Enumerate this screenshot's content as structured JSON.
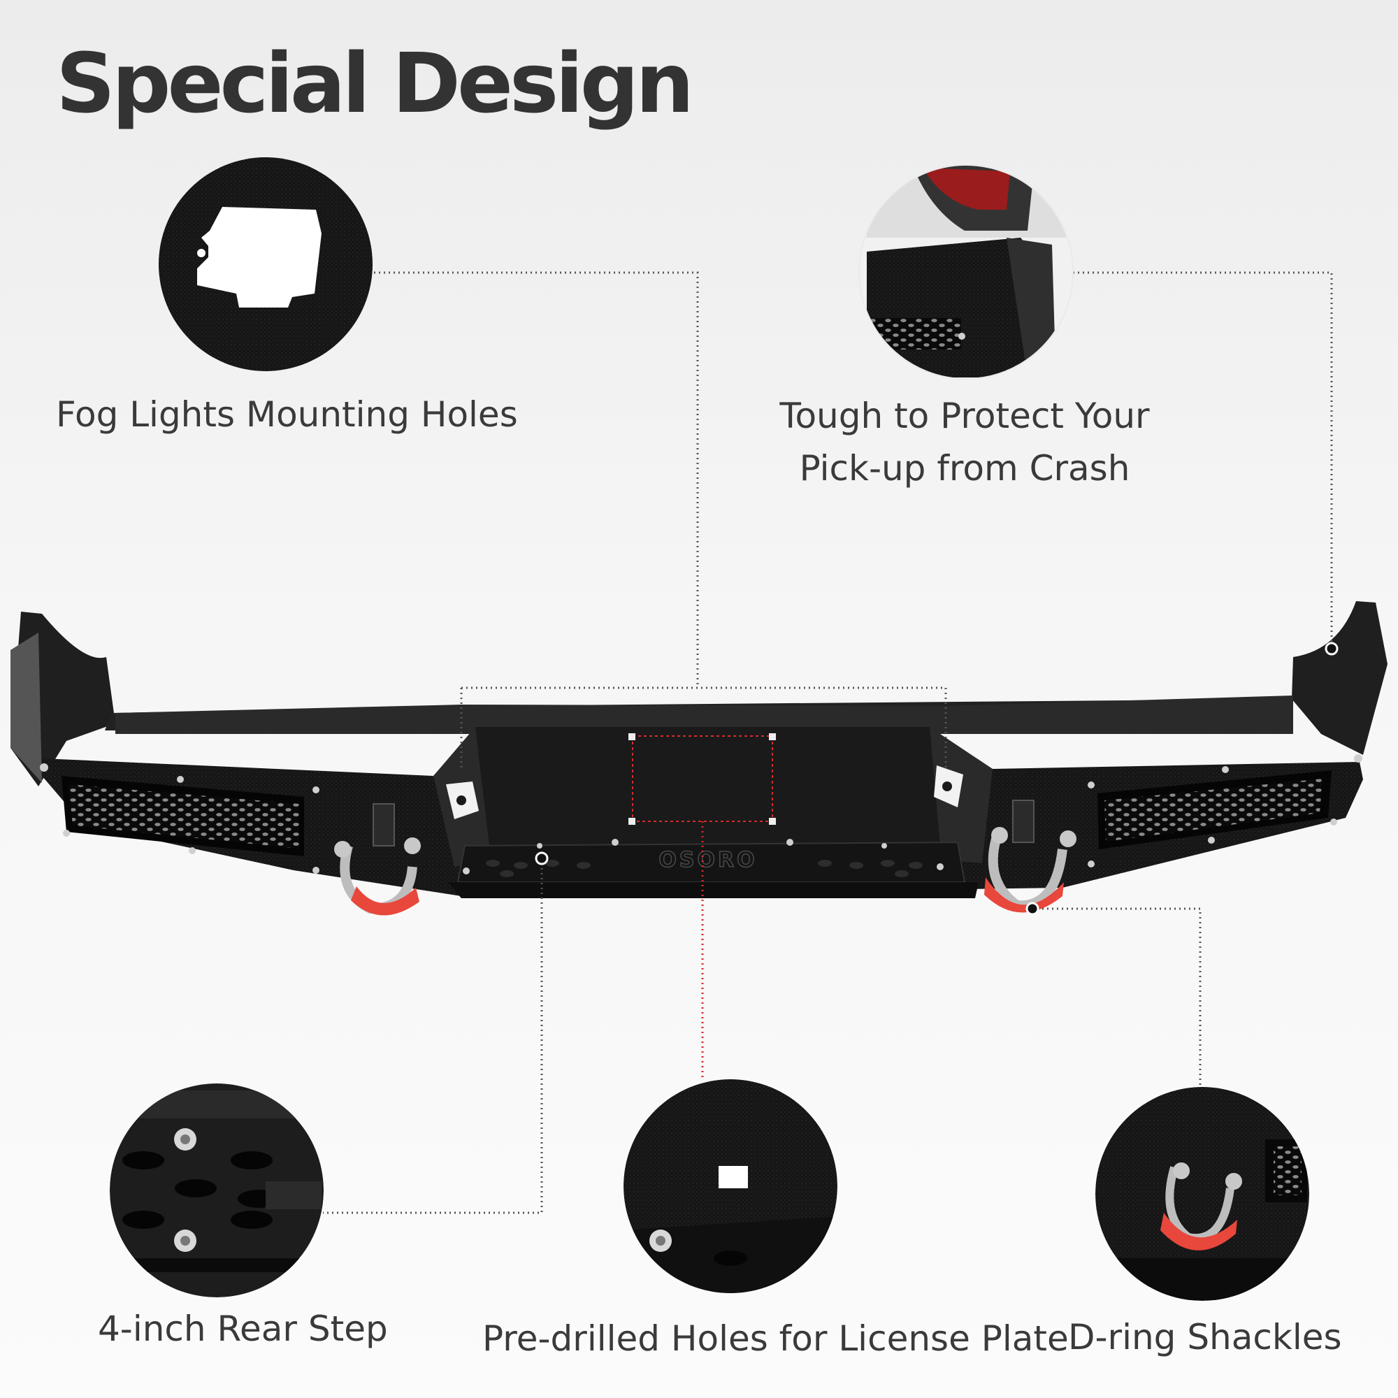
{
  "title": "Special Design",
  "features": {
    "fog_lights": {
      "label": "Fog Lights Mounting Holes"
    },
    "tough": {
      "label_line1": "Tough to Protect Your",
      "label_line2": "Pick-up from Crash"
    },
    "rear_step": {
      "label": "4-inch Rear Step"
    },
    "license_plate": {
      "label": "Pre-drilled Holes for License Plate"
    },
    "shackles": {
      "label": "D-ring Shackles"
    }
  },
  "bumper": {
    "plate_logo": "OSORO"
  },
  "colors": {
    "title": "#333333",
    "label": "#3a3a3a",
    "bumper": "#1c1c1c",
    "shackle_red": "#e8473c",
    "leader_line": "#555555",
    "plate_marker": "#d62b2b"
  }
}
